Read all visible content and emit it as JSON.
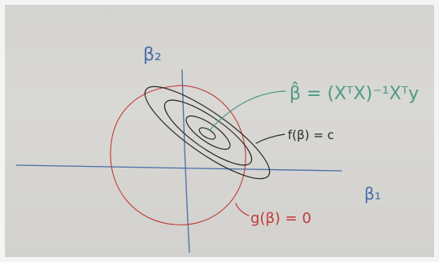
{
  "whiteboard": {
    "axis_labels": {
      "beta2": "β₂",
      "beta1": "β₁"
    },
    "annotations": {
      "ols_estimate": "β̂ = (XᵀX)⁻¹Xᵀy",
      "objective_contour": "f(β) = c",
      "constraint": "g(β) = 0"
    },
    "colors": {
      "board": "#d6d5d1",
      "axes_blue": "#4a6fa8",
      "constraint_red": "#c23a3a",
      "annotation_green": "#4f9b88",
      "contours_black": "#2a2a2a"
    }
  }
}
